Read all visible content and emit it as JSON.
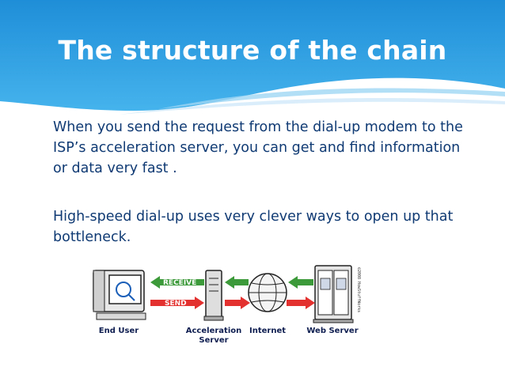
{
  "slide": {
    "title": "The structure of the chain",
    "paragraphs": [
      "When you send the request from the dial-up modem to the ISP’s acceleration server, you can get and find information or data very fast .",
      "High-speed dial-up uses very clever ways to open up that bottleneck."
    ]
  },
  "diagram": {
    "arrows": {
      "receive": "RECEIVE",
      "send": "SEND"
    },
    "nodes": {
      "end_user": "End User",
      "acceleration_server_line1": "Acceleration",
      "acceleration_server_line2": "Server",
      "internet": "Internet",
      "web_server": "Web Server"
    },
    "copyright": "©2008 HowStuffWorks"
  },
  "colors": {
    "header_blue": "#2e9fe0",
    "text": "#0f3a73",
    "receive_arrow": "#3d9a3a",
    "send_arrow": "#e2312f"
  }
}
